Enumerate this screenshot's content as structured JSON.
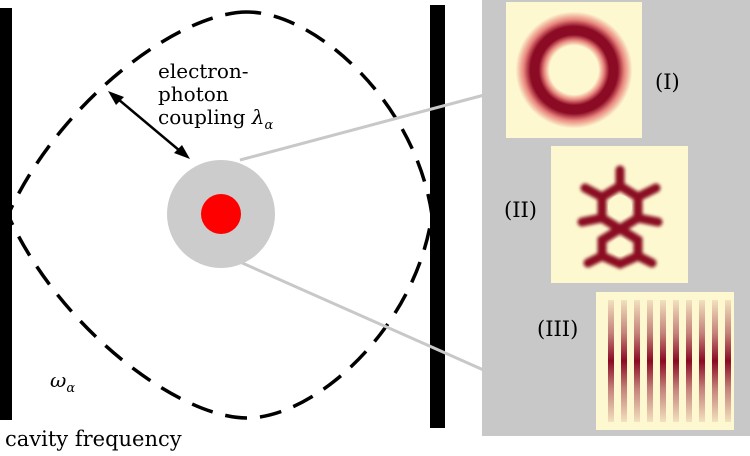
{
  "labels": {
    "coupling_line1": "electron-",
    "coupling_line2": "photon",
    "coupling_line3": "coupling",
    "coupling_symbol": "λ",
    "coupling_subscript": "α",
    "omega_symbol": "ω",
    "omega_subscript": "α",
    "cavity_frequency": "cavity frequency"
  },
  "panels": [
    {
      "id": "ring",
      "label": "(I)"
    },
    {
      "id": "molecule",
      "label": "(II)"
    },
    {
      "id": "chain",
      "label": "(III)"
    }
  ],
  "colors": {
    "mirror": "#000000",
    "mode": "#000000",
    "atom_outer": "#cccccc",
    "atom_inner": "#ff0000",
    "inset_background": "#c8c8c8",
    "density_background": "#fdf8cf",
    "density_high": "#8b0a24"
  }
}
